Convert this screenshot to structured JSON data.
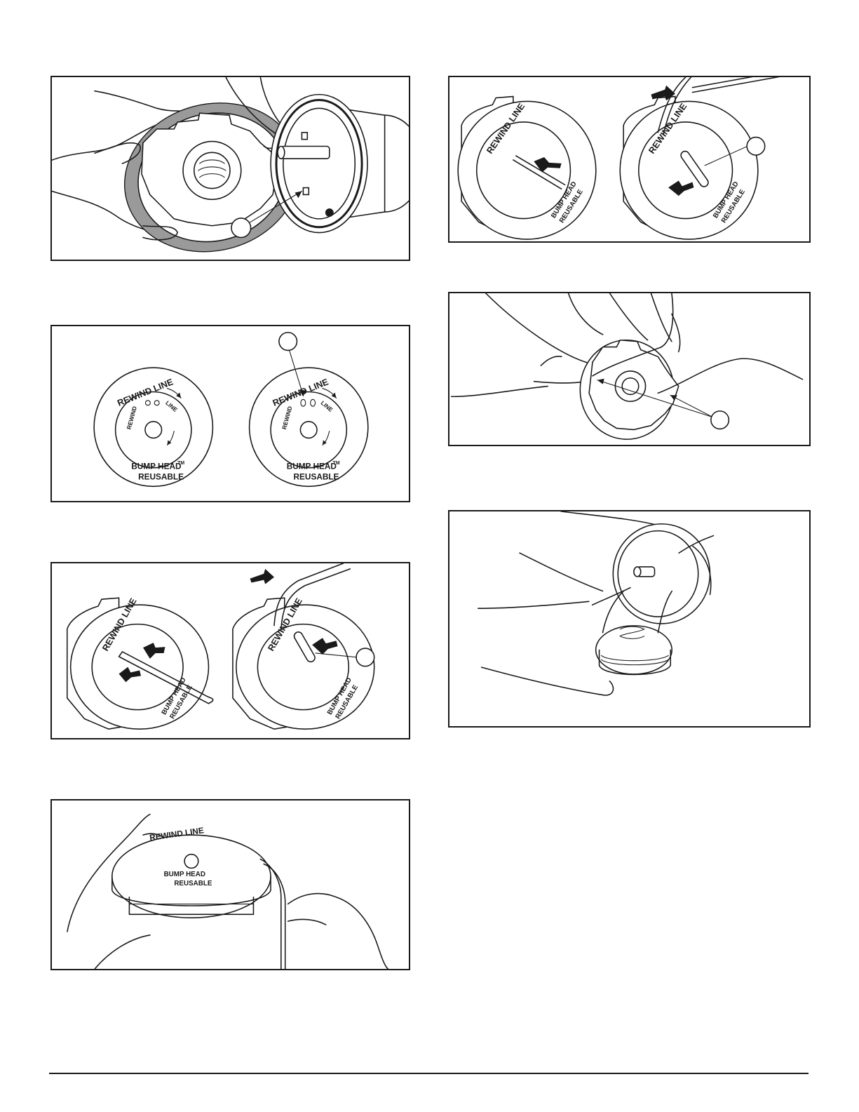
{
  "spool_label": {
    "rewind_line": "REWIND LINE",
    "rewind": "REWIND",
    "line": "LINE",
    "bump_head": "BUMP HEAD",
    "trademark": "TM",
    "reusable": "REUSABLE"
  },
  "colors": {
    "ink": "#1a1a1a",
    "paper": "#ffffff",
    "shade": "#9a9a9a"
  }
}
